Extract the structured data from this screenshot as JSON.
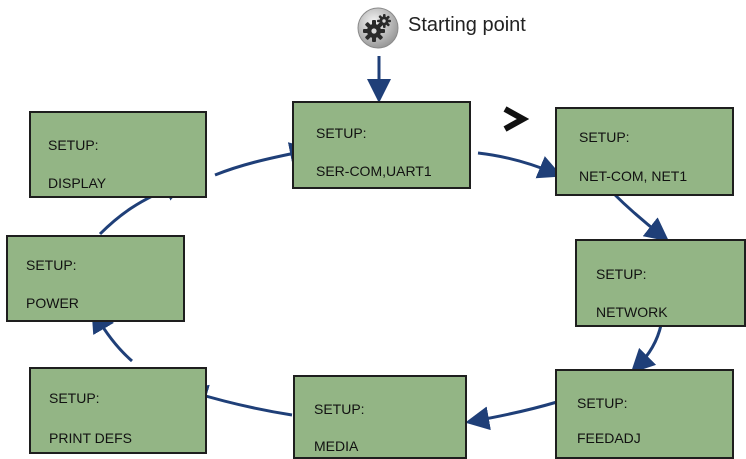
{
  "start": {
    "label": "Starting point",
    "icon": "gears-icon"
  },
  "next_indicator": {
    "icon": "chevron-right-icon"
  },
  "screens": [
    {
      "line1": "SETUP:",
      "line2": "SER-COM,UART1"
    },
    {
      "line1": "SETUP:",
      "line2": "NET-COM, NET1"
    },
    {
      "line1": "SETUP:",
      "line2": "NETWORK"
    },
    {
      "line1": "SETUP:",
      "line2": "FEEDADJ"
    },
    {
      "line1": "SETUP:",
      "line2": "MEDIA"
    },
    {
      "line1": "SETUP:",
      "line2": "PRINT DEFS"
    },
    {
      "line1": "SETUP:",
      "line2": "POWER"
    },
    {
      "line1": "SETUP:",
      "line2": "DISPLAY"
    }
  ],
  "colors": {
    "screen_bg": "#93b585",
    "border": "#1e1e1e",
    "arrow": "#1f3f78"
  }
}
